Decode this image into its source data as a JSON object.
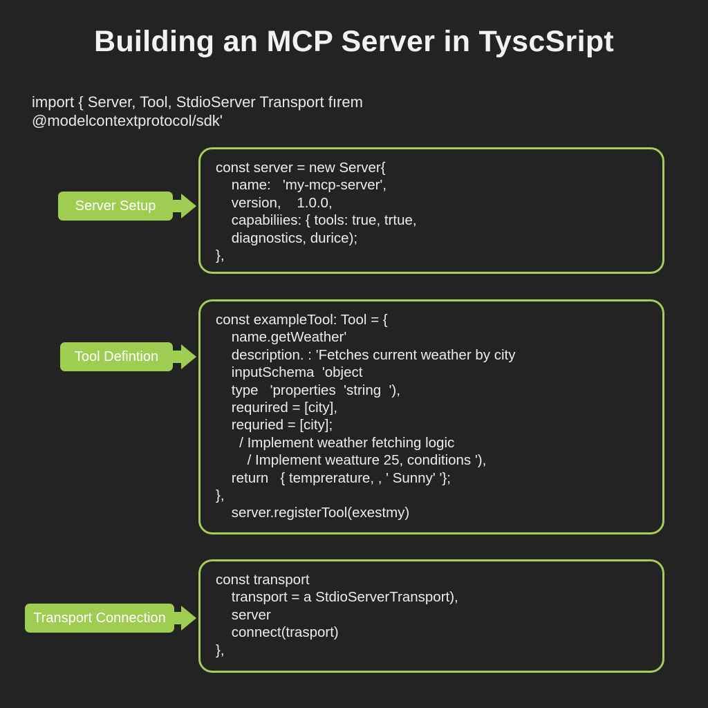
{
  "title": "Building an MCP Server in TyscSript",
  "import_lines": [
    "import { Server, Tool, StdioServer Transport fırem",
    "@modelcontextprotocol/sdk'"
  ],
  "sections": [
    {
      "label": "Server Setup",
      "code": [
        "const server = new Server{",
        "    name:   'my-mcp-server',",
        "    version,    1.0.0,",
        "    capabiliies: { tools: true, trtue,",
        "    diagnostics, durice);",
        "},"
      ]
    },
    {
      "label": "Tool Defintion",
      "code": [
        "const exampleTool: Tool = {",
        "    name.getWeather'",
        "    description. : 'Fetches current weather by city",
        "    inputSchema  'object",
        "    type   'properties  'string  '),",
        "    requrired = [city],",
        "    requried = [city];",
        "      / Implement weather fetching logic",
        "        / Implement weatture 25, conditions '),",
        "    return   { temprerature, , ' Sunny' '};",
        "},",
        "    server.registerTool(exestmy)"
      ]
    },
    {
      "label": "Transport Connection",
      "code": [
        "const transport",
        "    transport = a StdioServerTransport),",
        "    server",
        "    connect(trasport)",
        "},"
      ]
    }
  ],
  "colors": {
    "background": "#232323",
    "accent": "#9fcd52",
    "border": "#a7cc5a",
    "text": "#ececec"
  }
}
